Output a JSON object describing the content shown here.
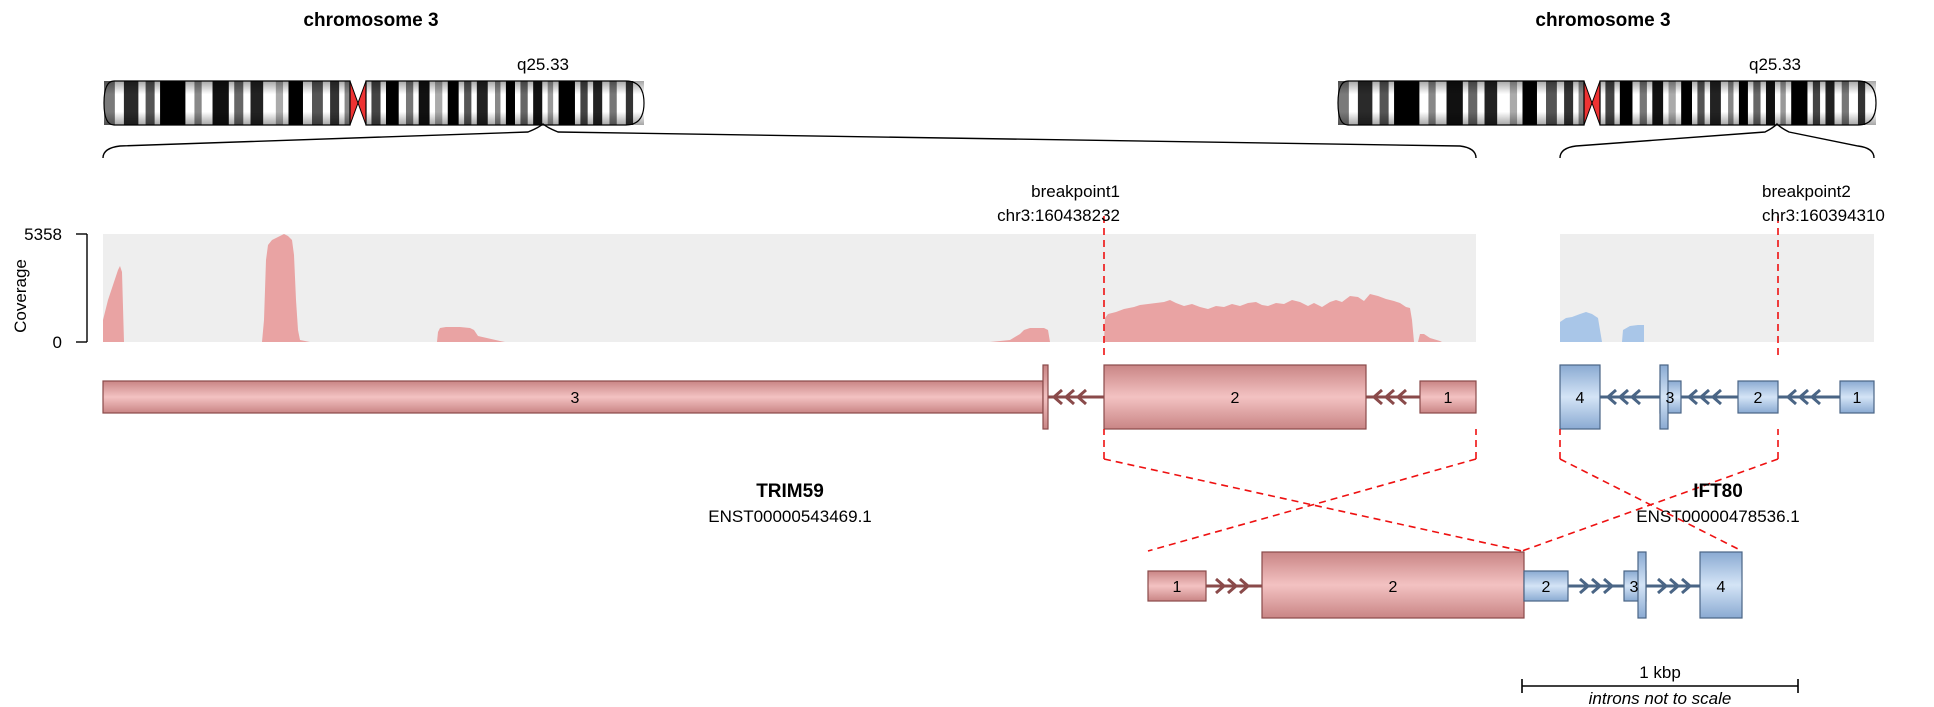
{
  "left_panel": {
    "chromosome_title": "chromosome 3",
    "band_label": "q25.33",
    "breakpoint": {
      "label": "breakpoint1",
      "position": "chr3:160438232"
    },
    "gene": {
      "name": "TRIM59",
      "transcript": "ENST00000543469.1"
    },
    "exon_numbers": [
      "3",
      "2",
      "1"
    ]
  },
  "right_panel": {
    "chromosome_title": "chromosome 3",
    "band_label": "q25.33",
    "breakpoint": {
      "label": "breakpoint2",
      "position": "chr3:160394310"
    },
    "gene": {
      "name": "IFT80",
      "transcript": "ENST00000478536.1"
    },
    "exon_numbers": [
      "4",
      "3",
      "2",
      "1"
    ]
  },
  "coverage": {
    "axis_label": "Coverage",
    "max_label": "5358",
    "min_label": "0",
    "max": 5358,
    "min": 0
  },
  "fusion": {
    "exon_numbers": [
      "1",
      "2",
      "2",
      "3",
      "4"
    ]
  },
  "scale_bar": {
    "label": "1 kbp",
    "note": "introns not to scale"
  },
  "colors": {
    "gene1_fill": "#e9a3a3",
    "gene1_stroke": "#8a4a4a",
    "gene2_fill": "#a9c6e8",
    "gene2_stroke": "#4a6585",
    "coverage_bg": "#eeeeee",
    "breakpoint_line": "#ee1111",
    "centromere": "#ee3333"
  }
}
